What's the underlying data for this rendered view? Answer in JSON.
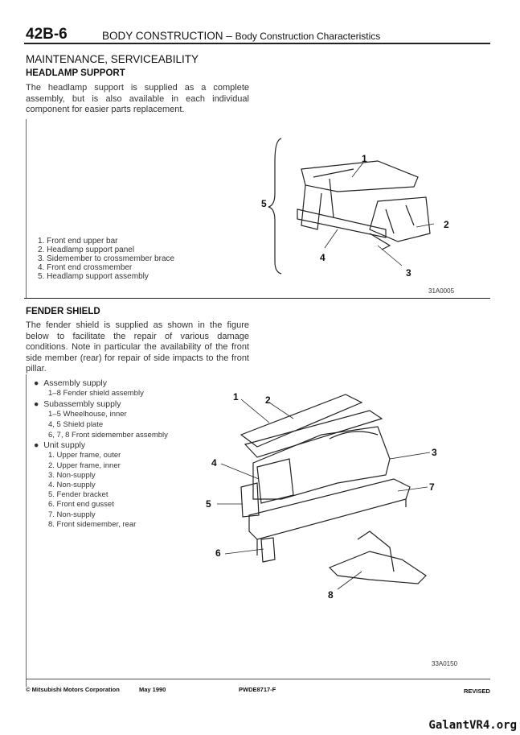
{
  "header": {
    "page_code": "42B-6",
    "section": "BODY CONSTRUCTION",
    "separator": "–",
    "subsection": "Body Construction Characteristics"
  },
  "maintenance": {
    "title": "MAINTENANCE, SERVICEABILITY"
  },
  "headlamp": {
    "title": "HEADLAMP SUPPORT",
    "paragraph": "The headlamp support is supplied as a complete assembly, but is also available in each individual component for easier parts replacement.",
    "items": [
      "1.  Front end upper bar",
      "2.  Headlamp support panel",
      "3.  Sidemember to crossmember brace",
      "4.  Front end crossmember",
      "5.  Headlamp support assembly"
    ],
    "callouts": [
      "1",
      "2",
      "3",
      "4",
      "5"
    ],
    "figure_code": "31A0005"
  },
  "fender": {
    "title": "FENDER SHIELD",
    "paragraph": "The fender shield is supplied as shown in the figure below to facilitate the repair of various damage conditions. Note in particular the availability of the front side member (rear) for repair of side impacts to the front pillar.",
    "groups": [
      {
        "label": "Assembly supply",
        "items": [
          "1–8 Fender shield assembly"
        ]
      },
      {
        "label": "Subassembly supply",
        "items": [
          "1–5 Wheelhouse, inner",
          "4, 5 Shield plate",
          "6, 7, 8 Front sidemember assembly"
        ]
      },
      {
        "label": "Unit supply",
        "items": [
          "1.   Upper frame, outer",
          "2.   Upper frame, inner",
          "3.   Non-supply",
          "4.   Non-supply",
          "5.   Fender bracket",
          "6.   Front end gusset",
          "7.   Non-supply",
          "8.   Front sidemember, rear"
        ]
      }
    ],
    "callouts": [
      "1",
      "2",
      "3",
      "4",
      "5",
      "6",
      "7",
      "8"
    ],
    "figure_code": "33A0150"
  },
  "footer": {
    "copyright": "© Mitsubishi Motors Corporation",
    "date": "May 1990",
    "doc_code": "PWDE8717-F",
    "status": "REVISED"
  },
  "watermark": "GalantVR4.org"
}
